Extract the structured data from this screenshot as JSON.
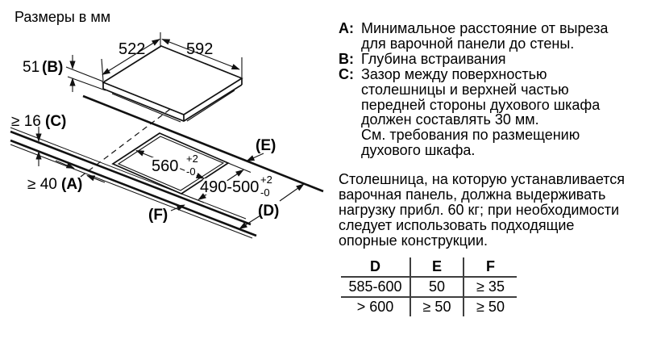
{
  "title": "Размеры в мм",
  "diagram": {
    "dims": {
      "width_left": "522",
      "width_right": "592",
      "b_value": "51",
      "b_label": "(B)",
      "c_value": "≥ 16",
      "c_label": "(C)",
      "a_value": "≥ 40",
      "a_label": "(A)",
      "e_label": "(E)",
      "f_label": "(F)",
      "d_label": "(D)",
      "cutout_width": "560",
      "cutout_width_tol_plus": "+2",
      "cutout_width_tol_minus": "-0",
      "cutout_depth": "490-500",
      "cutout_depth_tol_plus": "+2",
      "cutout_depth_tol_minus": "-0"
    }
  },
  "legend": {
    "items": [
      {
        "key": "A:",
        "text": "Минимальное расстояние от выреза\nдля варочной панели до стены."
      },
      {
        "key": "B:",
        "text": "Глубина встраивания"
      },
      {
        "key": "C:",
        "text": "Зазор между поверхностью\nстолешницы и верхней частью\nпередней стороны духового шкафа\nдолжен составлять 30 мм.\nСм. требования по размещению\nдухового шкафа."
      }
    ]
  },
  "paragraph": "Столешница, на которую устанавливается\nварочная панель, должна выдерживать\nнагрузку прибл. 60 кг; при необходимости\nследует использовать подходящие\nопорные конструкции.",
  "table": {
    "headers": [
      "D",
      "E",
      "F"
    ],
    "rows": [
      [
        "585-600",
        "50",
        "≥ 35"
      ],
      [
        "> 600",
        "≥ 50",
        "≥ 50"
      ]
    ]
  }
}
